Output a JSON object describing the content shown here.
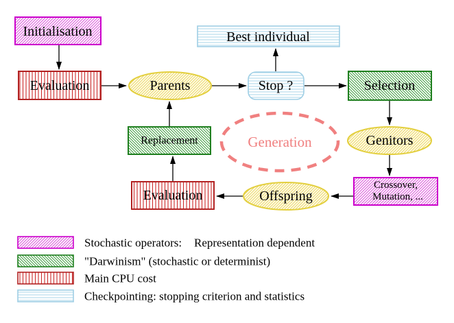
{
  "nodes": {
    "initialisation": {
      "label": "Initialisation",
      "category": "stochastic-operator"
    },
    "evaluation_top": {
      "label": "Evaluation",
      "category": "main-cpu-cost"
    },
    "parents": {
      "label": "Parents",
      "category": "population"
    },
    "best_individual": {
      "label": "Best individual",
      "category": "checkpointing"
    },
    "stop": {
      "label": "Stop ?",
      "category": "checkpointing"
    },
    "selection": {
      "label": "Selection",
      "category": "darwinism"
    },
    "replacement": {
      "label": "Replacement",
      "category": "darwinism"
    },
    "generation": {
      "label": "Generation",
      "category": "loop-annotation"
    },
    "genitors": {
      "label": "Genitors",
      "category": "population"
    },
    "crossover": {
      "label_line1": "Crossover,",
      "label_line2": "Mutation, ...",
      "category": "stochastic-operator"
    },
    "evaluation_bottom": {
      "label": "Evaluation",
      "category": "main-cpu-cost"
    },
    "offspring": {
      "label": "Offspring",
      "category": "population"
    }
  },
  "edges": [
    {
      "from": "initialisation",
      "to": "evaluation_top"
    },
    {
      "from": "evaluation_top",
      "to": "parents"
    },
    {
      "from": "parents",
      "to": "stop"
    },
    {
      "from": "stop",
      "to": "best_individual"
    },
    {
      "from": "stop",
      "to": "selection"
    },
    {
      "from": "selection",
      "to": "genitors"
    },
    {
      "from": "genitors",
      "to": "crossover"
    },
    {
      "from": "crossover",
      "to": "offspring"
    },
    {
      "from": "offspring",
      "to": "evaluation_bottom"
    },
    {
      "from": "evaluation_bottom",
      "to": "replacement"
    },
    {
      "from": "replacement",
      "to": "parents"
    }
  ],
  "legend": {
    "items": [
      {
        "swatch": "magenta-diagonal-hatch",
        "label": "Stochastic operators:",
        "label2": "Representation dependent"
      },
      {
        "swatch": "green-diagonal-hatch",
        "label": "\"Darwinism\" (stochastic or determinist)"
      },
      {
        "swatch": "red-vertical-stripes",
        "label": "Main CPU cost"
      },
      {
        "swatch": "blue-horizontal-stripes",
        "label": "Checkpointing: stopping criterion and statistics"
      }
    ]
  },
  "colors": {
    "magenta": "#cc00cc",
    "magenta_hatch": "#dd6add",
    "green": "#1f7f1f",
    "green_hatch": "#46a046",
    "red": "#b22222",
    "red_stripe": "#cc2a2a",
    "red_text": "#cc0000",
    "light_blue": "#9fcfe5",
    "blue_stripe": "#aad4ea",
    "yellow": "#e3cf3e",
    "yellow_hatch": "#ecd96e",
    "salmon": "#f08080",
    "gold_text": "#e8c22e",
    "arrow": "#000000"
  }
}
